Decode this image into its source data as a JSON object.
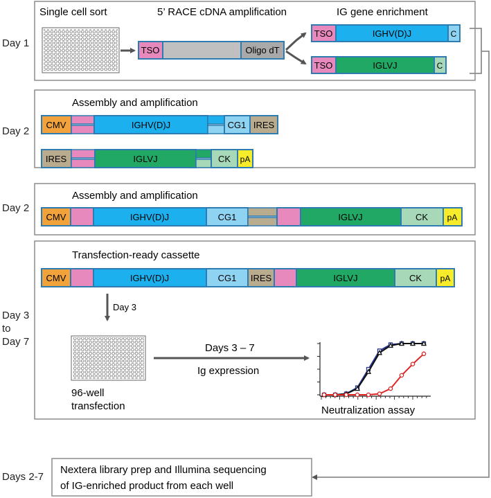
{
  "days": {
    "d1": "Day 1",
    "d2a": "Day 2",
    "d2b": "Day 2",
    "d3_line1": "Day 3",
    "d3_line2": "to",
    "d3_line3": "Day 7",
    "d27": "Days 2-7"
  },
  "panel1": {
    "sort_label": "Single cell sort",
    "race_label": "5’ RACE cDNA amplification",
    "enrich_label": "IG gene enrichment",
    "tso": "TSO",
    "oligo": "Oligo dT",
    "heavy_v": "IGHV(D)J",
    "light_v": "IGLVJ",
    "c": "C"
  },
  "panel2": {
    "title": "Assembly and amplification",
    "cmv": "CMV",
    "heavy_v": "IGHV(D)J",
    "cg1": "CG1",
    "ires_a": "IRES",
    "ires_b": "IRES",
    "light_v": "IGLVJ",
    "ck": "CK",
    "pa": "pA"
  },
  "panel3": {
    "title": "Assembly and amplification",
    "cmv": "CMV",
    "heavy_v": "IGHV(D)J",
    "cg1": "CG1",
    "light_v": "IGLVJ",
    "ck": "CK",
    "pa": "pA"
  },
  "panel4": {
    "title": "Transfection-ready cassette",
    "cmv": "CMV",
    "heavy_v": "IGHV(D)J",
    "cg1": "CG1",
    "ires": "IRES",
    "light_v": "IGLVJ",
    "ck": "CK",
    "pa": "pA",
    "day3": "Day 3",
    "plate_line1": "96-well",
    "plate_line2": "transfection",
    "arrow_line1": "Days 3 – 7",
    "arrow_line2": "Ig expression",
    "assay_label": "Neutralization assay"
  },
  "bottom": {
    "line1": "Nextera library prep and Illumina sequencing",
    "line2": "of IG-enriched product from each well"
  },
  "colors": {
    "tso": "#e889bd",
    "heavy": "#1cb0ee",
    "light": "#21a865",
    "const_heavy": "#8ed3f2",
    "const_light": "#a7d9b9",
    "cmv": "#f2a23a",
    "ires": "#b9ab8e",
    "pa": "#f7ec2b",
    "oligo": "#a9a9a9",
    "gray_seg": "#c0c0c0",
    "outline": "#2d7bb0",
    "curve_blue": "#25338a",
    "curve_black": "#111111",
    "curve_red": "#e02424"
  },
  "chart_data": {
    "type": "line",
    "title": "",
    "xlabel": "",
    "ylabel": "",
    "x": [
      1,
      2,
      3,
      4,
      5,
      6,
      7,
      8,
      9,
      10
    ],
    "ylim": [
      0,
      1
    ],
    "series": [
      {
        "values": [
          0.0,
          0.0,
          0.02,
          0.14,
          0.5,
          0.86,
          0.98,
          1.0,
          1.0,
          1.0
        ]
      },
      {
        "values": [
          0.0,
          0.0,
          0.02,
          0.12,
          0.45,
          0.82,
          0.96,
          1.0,
          1.0,
          1.0
        ]
      },
      {
        "values": [
          0.0,
          0.0,
          0.0,
          0.0,
          0.0,
          0.02,
          0.12,
          0.38,
          0.6,
          0.8
        ]
      }
    ]
  }
}
